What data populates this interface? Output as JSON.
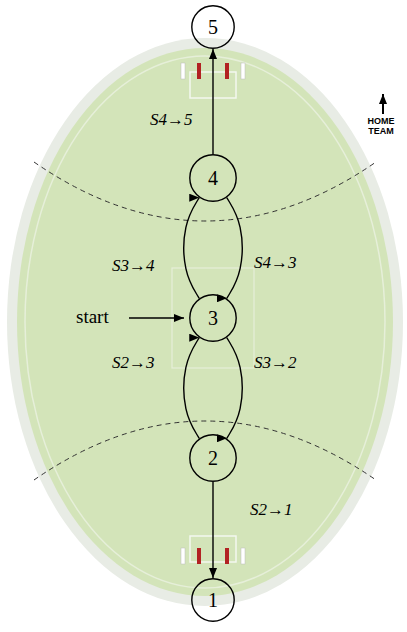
{
  "diagram": {
    "nodes": [
      {
        "text": [
          "5"
        ]
      },
      {
        "text": [
          "4"
        ]
      },
      {
        "text": [
          "3"
        ]
      },
      {
        "text": [
          "2"
        ]
      },
      {
        "text": [
          "1"
        ]
      }
    ],
    "edges": [
      {
        "from": 1,
        "to": 0,
        "arrow": "to",
        "label": "S4→5"
      },
      {
        "from": 2,
        "to": 1,
        "arrow": "to",
        "label": "S3→4"
      },
      {
        "from": 1,
        "to": 2,
        "arrow": "to",
        "label": "S4→3"
      },
      {
        "from": 3,
        "to": 2,
        "arrow": "to",
        "label": "S2→3"
      },
      {
        "from": 2,
        "to": 3,
        "arrow": "to",
        "label": "S3→2"
      },
      {
        "from": 3,
        "to": 4,
        "arrow": "to",
        "label": "S2→1"
      }
    ],
    "labels": [
      "start",
      "HOME TEAM"
    ]
  }
}
